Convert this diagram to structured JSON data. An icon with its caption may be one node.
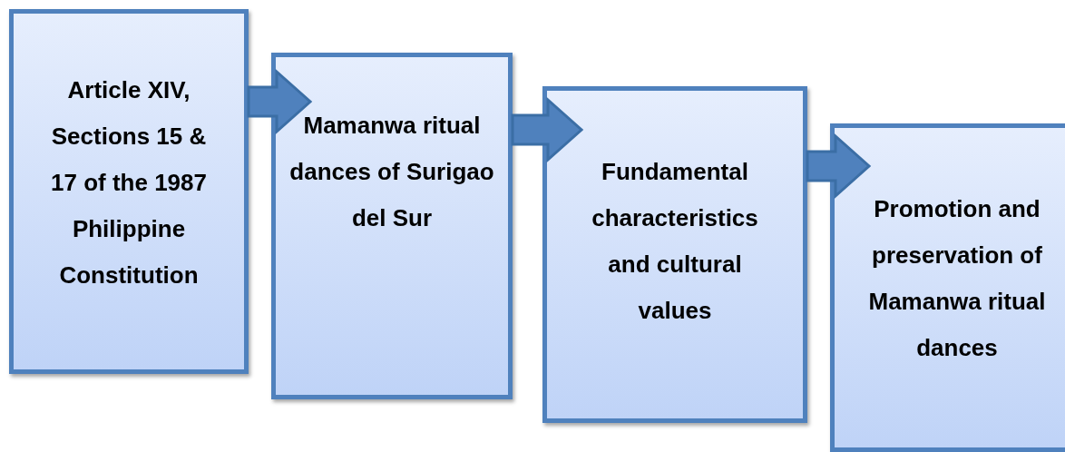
{
  "diagram": {
    "nodes": [
      {
        "text": [
          "Article XIV, Sections 15 & 17 of the 1987 Philippine Constitution"
        ]
      },
      {
        "text": [
          "Mamanwa ritual dances of Surigao del Sur"
        ]
      },
      {
        "text": [
          "Fundamental characteristics and cultural values"
        ]
      },
      {
        "text": [
          "Promotion and preservation of Mamanwa ritual dances"
        ]
      }
    ],
    "edges": [
      {
        "from": 0,
        "to": 1,
        "arrow": "to"
      },
      {
        "from": 1,
        "to": 2,
        "arrow": "to"
      },
      {
        "from": 2,
        "to": 3,
        "arrow": "to"
      }
    ]
  }
}
